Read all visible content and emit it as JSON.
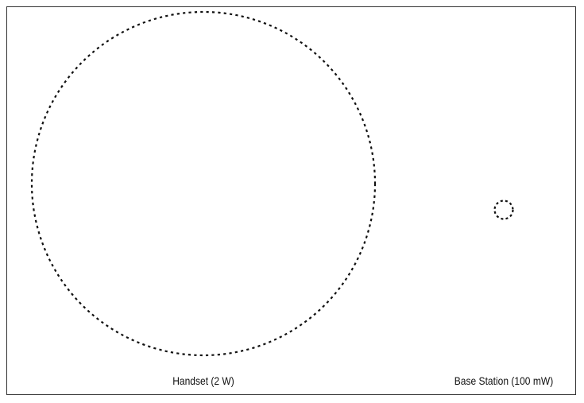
{
  "diagram": {
    "items": [
      {
        "id": "handset",
        "label": "Handset (2 W)",
        "power_watts": 2
      },
      {
        "id": "base-station",
        "label": "Base Station (100 mW)",
        "power_watts": 0.1
      }
    ],
    "circle_style": "dotted",
    "stroke_color": "#111111",
    "frame_color": "#333333"
  }
}
